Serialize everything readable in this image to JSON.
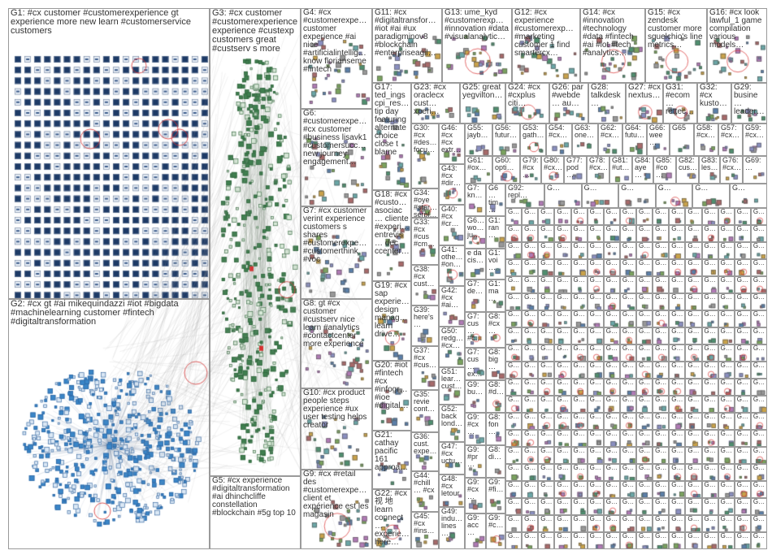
{
  "graph": {
    "groups": [
      {
        "id": "G1",
        "label": "G1: #cx customer #customerexperience gt experience more new learn #customerservice customers"
      },
      {
        "id": "G2",
        "label": "G2: #cx gt #ai mikequindazzi #iot #bigdata #machinelearning customer #fintech #digitaltransformation"
      },
      {
        "id": "G3",
        "label": "G3: #cx customer #customerexperience experience #custexp customers great #custserv s more"
      },
      {
        "id": "G4",
        "label": "G4: #cx #customerexpe… customer experience #ai nice #artificialintellig… know florianseme #fintech"
      },
      {
        "id": "G5",
        "label": "G5: #cx experience #digitaltransformation #ai dhinchcliffe constellation #blockchain #5g top 10"
      },
      {
        "id": "G6",
        "label": "G6: #customerexpe… #cx customer #business lisavk1 #customersucc… new journey engagement…"
      },
      {
        "id": "G7",
        "label": "G7: #cx customer verint experience customers s shares #customerexpe… #customerthink #voc"
      },
      {
        "id": "G8",
        "label": "G8: gt #cx customer #custserv nice learn #analytics #contactcenter more experience"
      },
      {
        "id": "G9",
        "label": "G9: #cx #retail des #customerexpe… client et expérience est les magasin"
      },
      {
        "id": "G10",
        "label": "G10: #cx product people steps experience #ux user testing helps creator"
      },
      {
        "id": "G11",
        "label": "G11: #cx #digitaltransfor… #iot #ai #ux paradigminov8 #blockchain #enterpriseagil…"
      },
      {
        "id": "G12",
        "label": "G12: #cx experience #customerexp… #marketing customer 1 find smartercx…"
      },
      {
        "id": "G13",
        "label": "G13: ume_kyd #customerexp… #innovation #data #visualanalytic…"
      },
      {
        "id": "G14",
        "label": "G14: #cx #innovation #technology #data #fintech #ai #iot #tech #analytics…"
      },
      {
        "id": "G15",
        "label": "G15: #cx zendesk customer more squelchio's line metrics…"
      },
      {
        "id": "G16",
        "label": "G16: #cx look lawful_1 game compilation various models…"
      },
      {
        "id": "G17",
        "label": "G17: ted_ings cpi_res… tip day featuring alternate choice close t blame"
      },
      {
        "id": "G18",
        "label": "G18: #cx #custo… asociac… cliente #experi… entrevis… dec ccenter…"
      },
      {
        "id": "G19",
        "label": "G19: #cx sap experie… design manag… learn drive…"
      },
      {
        "id": "G20",
        "label": "G20: #iot #fintech #cx #infogr… #ioe #digital…"
      },
      {
        "id": "G21",
        "label": "G21: cathay pacific 161 approa…"
      },
      {
        "id": "G22",
        "label": "G22: #cx 视 地 learn connect… experie… here…"
      },
      {
        "id": "G23",
        "label": "G23: #cx oraclecx cust… xperi…"
      },
      {
        "id": "G24",
        "label": "G24: #cx #cxplus citi…"
      },
      {
        "id": "G25",
        "label": "G25: great yegvilton…"
      },
      {
        "id": "G26",
        "label": "G26: par #webde… au…"
      },
      {
        "id": "G27",
        "label": "G27: #cx nextus…"
      },
      {
        "id": "G28",
        "label": "G28: talkdesk …"
      },
      {
        "id": "G29",
        "label": "G29: busine… leader…"
      },
      {
        "id": "G30",
        "label": "G30: #cx #des… focu…"
      },
      {
        "id": "G31",
        "label": "G31: #ecom… rettec…"
      },
      {
        "id": "G32",
        "label": "G32: #cx kusto…"
      },
      {
        "id": "G33",
        "label": "G33: #cx #cus #cm…"
      },
      {
        "id": "G34",
        "label": "G34: #oye #star… serpl…"
      },
      {
        "id": "G35",
        "label": "G35: revie cont…"
      },
      {
        "id": "G36",
        "label": "G36: cust. expe…"
      },
      {
        "id": "G37",
        "label": "G37: #cx #cus…"
      },
      {
        "id": "G38",
        "label": "G38: #cx cust…"
      },
      {
        "id": "G39",
        "label": "G39: here's …"
      },
      {
        "id": "G40",
        "label": "G40: #cx #cr…"
      },
      {
        "id": "G41",
        "label": "G41: othe… #on…"
      },
      {
        "id": "G42",
        "label": "G42: #cx #ai…"
      },
      {
        "id": "G43",
        "label": "G43: #cx #dir…"
      },
      {
        "id": "G44",
        "label": "G44: #chill… #cx"
      },
      {
        "id": "G45",
        "label": "G45: #cx #ins…"
      },
      {
        "id": "G46",
        "label": "G46: #cx #cx extr…"
      },
      {
        "id": "G47",
        "label": "G47: #cx uctu…"
      },
      {
        "id": "G48",
        "label": "G48: #cx letour"
      },
      {
        "id": "G49",
        "label": "G49: indu… lines…"
      },
      {
        "id": "G50",
        "label": "G50: redg… #cx…"
      },
      {
        "id": "G51",
        "label": "G51: lear… cust…"
      },
      {
        "id": "G52",
        "label": "G52: back lond…"
      },
      {
        "id": "G53",
        "label": "G53: gath…"
      },
      {
        "id": "G54",
        "label": "G54: #cx…"
      },
      {
        "id": "G55",
        "label": "G55: jayb…"
      },
      {
        "id": "G56",
        "label": "G56: futur…"
      },
      {
        "id": "G57",
        "label": "G57: #cx…"
      },
      {
        "id": "G58",
        "label": "G58: #cx…"
      },
      {
        "id": "G59",
        "label": "G59: #cx…"
      },
      {
        "id": "G60",
        "label": "G60: opti…"
      },
      {
        "id": "G61",
        "label": "G61: #ox…"
      },
      {
        "id": "G62",
        "label": "G62: #cx…"
      },
      {
        "id": "G63",
        "label": "G63: one…"
      },
      {
        "id": "G64",
        "label": "G64: futu…"
      },
      {
        "id": "G65",
        "label": "G65"
      },
      {
        "id": "G66",
        "label": "G66: wee…"
      },
      {
        "id": "G67",
        "label": "G67: #cx…"
      },
      {
        "id": "G69",
        "label": "G69: …"
      },
      {
        "id": "G76",
        "label": "G76: #cx…"
      },
      {
        "id": "G77",
        "label": "G77: pod…"
      },
      {
        "id": "G78",
        "label": "G78: #cx…"
      },
      {
        "id": "G79",
        "label": "G79: #cx…"
      },
      {
        "id": "G80",
        "label": "G80: #cx…"
      },
      {
        "id": "G81",
        "label": "G81: #ut…"
      },
      {
        "id": "G82",
        "label": "G82: cus…"
      },
      {
        "id": "G83",
        "label": "G83: les…"
      },
      {
        "id": "G84",
        "label": "G84: aye…"
      },
      {
        "id": "G85",
        "label": "G85: #co…"
      },
      {
        "id": "G92",
        "label": "G92: repl…"
      },
      {
        "id": "Ga1",
        "label": "G7: kn…"
      },
      {
        "id": "Ga2",
        "label": "G6… tim…"
      },
      {
        "id": "Ga3",
        "label": "G6… wo… ju…"
      },
      {
        "id": "Ga4",
        "label": "G1: ran…"
      },
      {
        "id": "Ga5",
        "label": "e da cis…"
      },
      {
        "id": "Ga6",
        "label": "G1: voi…"
      },
      {
        "id": "Ga7",
        "label": "G7: de…"
      },
      {
        "id": "Ga8",
        "label": "G1: ma…"
      },
      {
        "id": "Ga9",
        "label": "G7: cus… #c…"
      },
      {
        "id": "Ga10",
        "label": "G8: #cx…"
      },
      {
        "id": "Ga11",
        "label": "G7: cus… ex…"
      },
      {
        "id": "Ga12",
        "label": "G9: bu…"
      },
      {
        "id": "Ga13",
        "label": "G9: #cx…"
      },
      {
        "id": "Ga14",
        "label": "G9: #pr…"
      },
      {
        "id": "Ga15",
        "label": "G9: #cx…"
      },
      {
        "id": "Ga16",
        "label": "G9: acc…"
      },
      {
        "id": "Ga17",
        "label": "G8: big…"
      },
      {
        "id": "Ga18",
        "label": "G8: #d…"
      },
      {
        "id": "Ga19",
        "label": "G8: fon…"
      },
      {
        "id": "Ga20",
        "label": "G8: di…"
      },
      {
        "id": "Ga21",
        "label": "G9: #fi…"
      },
      {
        "id": "Ga22",
        "label": "G9: #c…"
      },
      {
        "id": "Ga23",
        "label": "G9: be…"
      }
    ],
    "tiny_group_label": "G…"
  },
  "colors": {
    "border": "#9a9a9a",
    "edge": "#b8b8b8",
    "node_dark": "#1d3a66",
    "node_blue": "#3a86c8",
    "node_green": "#3f7f4f",
    "highlight_red": "#d83030"
  }
}
